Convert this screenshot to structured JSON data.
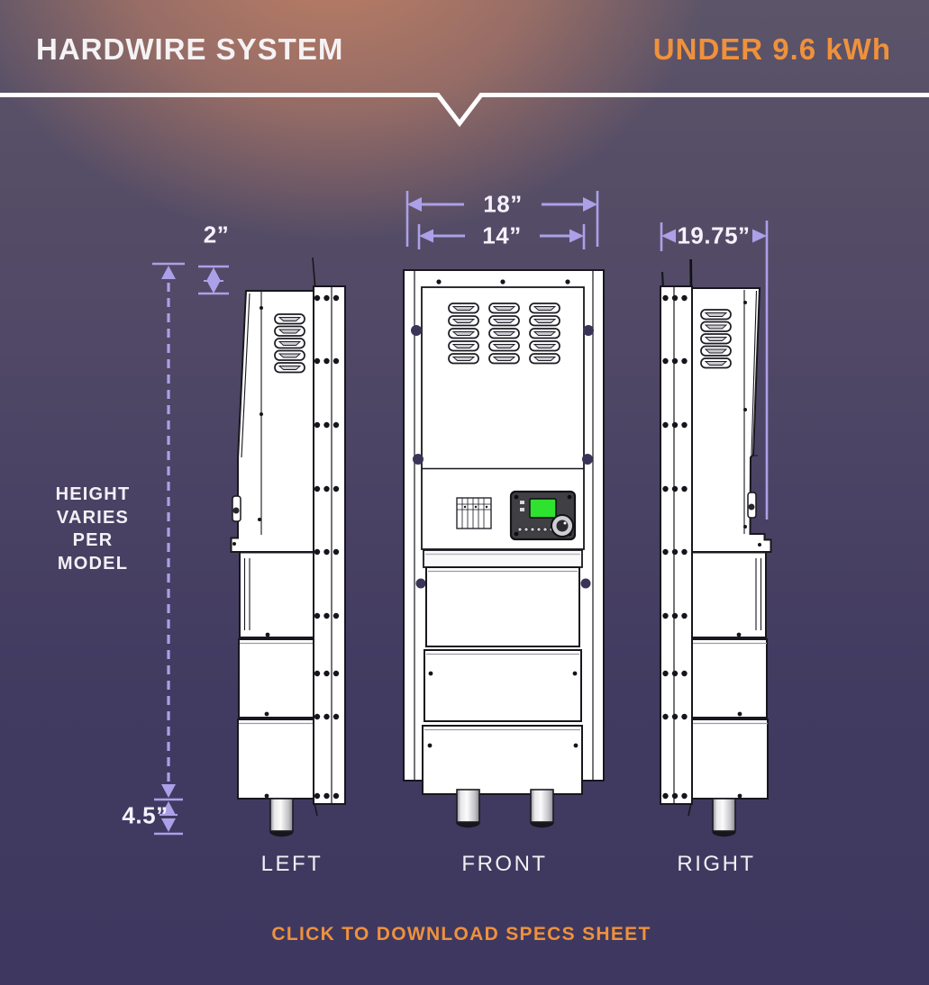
{
  "header": {
    "title": "HARDWIRE SYSTEM",
    "badge": "UNDER 9.6 kWh"
  },
  "dimensions": {
    "outer_width": "18”",
    "inner_width": "14”",
    "depth": "19.75”",
    "top_clearance": "2”",
    "foot_height": "4.5”",
    "height_note_lines": [
      "HEIGHT",
      "VARIES",
      "PER",
      "MODEL"
    ]
  },
  "views": {
    "left_label": "LEFT",
    "front_label": "FRONT",
    "right_label": "RIGHT"
  },
  "cta": {
    "label": "CLICK TO DOWNLOAD SPECS SHEET"
  },
  "colors": {
    "accent_orange": "#ef913c",
    "dimension_purple": "#aca0e8",
    "background_glow": "#c7826a",
    "background_base": "#3e3860",
    "device_screen_green": "#2fe22f"
  }
}
